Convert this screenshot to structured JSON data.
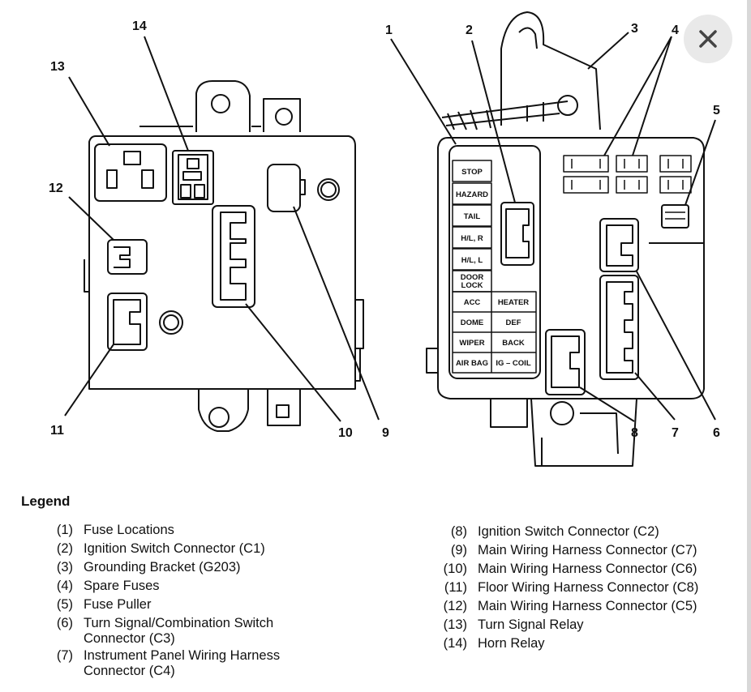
{
  "close_icon": "close-icon",
  "left_callouts": [
    "14",
    "13",
    "12",
    "11",
    "10",
    "9"
  ],
  "right_callouts": [
    "1",
    "2",
    "3",
    "4",
    "5",
    "8",
    "7",
    "6"
  ],
  "fuse_labels": {
    "single": [
      "STOP",
      "HAZARD",
      "TAIL",
      "H/L, R",
      "H/L, L"
    ],
    "door_lock": [
      "DOOR",
      "LOCK"
    ],
    "left_pairs": [
      "ACC",
      "DOME",
      "WIPER",
      "AIR BAG"
    ],
    "right_pairs": [
      "HEATER",
      "DEF",
      "BACK",
      "IG – COIL"
    ]
  },
  "legend": {
    "title": "Legend",
    "left": [
      {
        "num": "(1)",
        "text": "Fuse Locations"
      },
      {
        "num": "(2)",
        "text": "Ignition Switch Connector (C1)"
      },
      {
        "num": "(3)",
        "text": "Grounding Bracket (G203)"
      },
      {
        "num": "(4)",
        "text": "Spare Fuses"
      },
      {
        "num": "(5)",
        "text": "Fuse Puller"
      },
      {
        "num": "(6)",
        "text": "Turn Signal/Combination Switch\nConnector (C3)"
      },
      {
        "num": "(7)",
        "text": "Instrument Panel Wiring Harness\nConnector (C4)"
      }
    ],
    "right": [
      {
        "num": "(8)",
        "text": "Ignition Switch Connector (C2)"
      },
      {
        "num": "(9)",
        "text": "Main Wiring Harness Connector (C7)"
      },
      {
        "num": "(10)",
        "text": "Main Wiring Harness Connector (C6)"
      },
      {
        "num": "(11)",
        "text": "Floor Wiring Harness Connector (C8)"
      },
      {
        "num": "(12)",
        "text": "Main Wiring Harness Connector (C5)"
      },
      {
        "num": "(13)",
        "text": "Turn Signal Relay"
      },
      {
        "num": "(14)",
        "text": "Horn Relay"
      }
    ]
  }
}
